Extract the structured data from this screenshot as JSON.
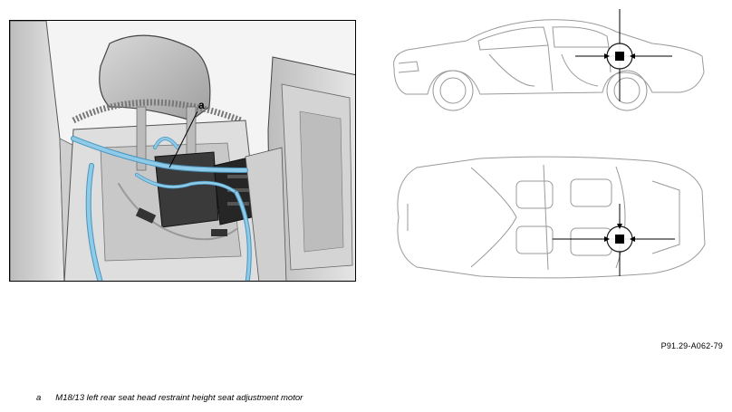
{
  "figure": {
    "callout_letter": "a",
    "figure_id": "P91.29-A062-79"
  },
  "legend": [
    {
      "key": "a",
      "text": "M18/13 left rear seat head restraint height seat adjustment motor"
    }
  ],
  "colors": {
    "wiring": "#8ecbe8",
    "wiring_dark": "#4a94bd",
    "component_dark": "#2b2b2b",
    "car_outline": "#9a9a9a",
    "locator_marker": "#000000"
  },
  "icons": [
    "locator-crosshair-icon"
  ]
}
